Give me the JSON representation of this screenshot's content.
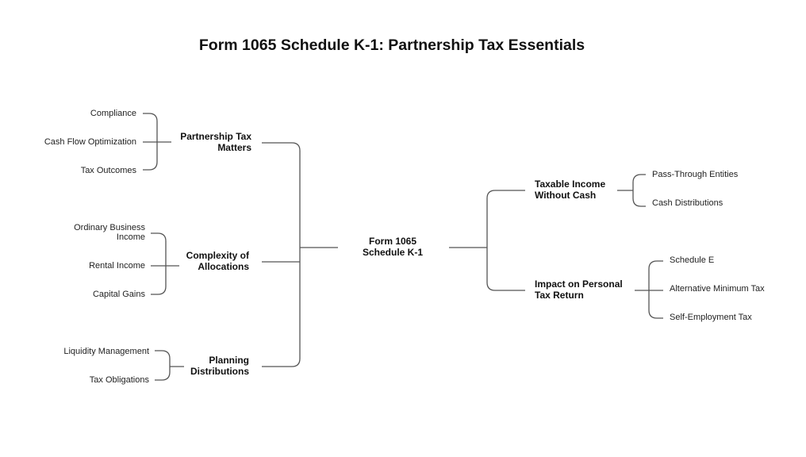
{
  "title": "Form 1065 Schedule K-1: Partnership Tax Essentials",
  "root": {
    "label_line1": "Form 1065",
    "label_line2": "Schedule K-1"
  },
  "left_branches": [
    {
      "label_line1": "Partnership Tax",
      "label_line2": "Matters",
      "children": [
        "Compliance",
        "Cash Flow Optimization",
        "Tax Outcomes"
      ]
    },
    {
      "label_line1": "Complexity of",
      "label_line2": "Allocations",
      "children": [
        "Ordinary Business Income",
        "Rental Income",
        "Capital Gains"
      ],
      "child0_line1": "Ordinary Business",
      "child0_line2": "Income"
    },
    {
      "label_line1": "Planning",
      "label_line2": "Distributions",
      "children": [
        "Liquidity Management",
        "Tax Obligations"
      ]
    }
  ],
  "right_branches": [
    {
      "label_line1": "Taxable Income",
      "label_line2": "Without Cash",
      "children": [
        "Pass-Through Entities",
        "Cash Distributions"
      ]
    },
    {
      "label_line1": "Impact on Personal",
      "label_line2": "Tax Return",
      "children": [
        "Schedule E",
        "Alternative Minimum Tax",
        "Self-Employment Tax"
      ]
    }
  ],
  "colors": {
    "line": "#555555",
    "text": "#111111"
  }
}
